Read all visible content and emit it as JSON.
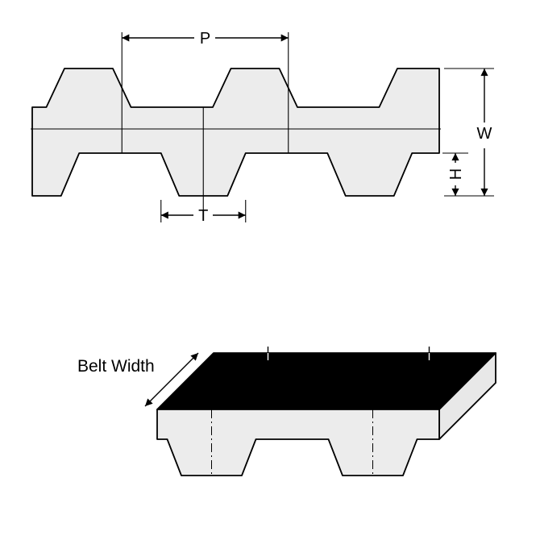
{
  "diagram": {
    "labels": {
      "pitch": "P",
      "width": "W",
      "height": "H",
      "tooth": "T",
      "belt_width": "Belt Width"
    },
    "colors": {
      "outline": "#000000",
      "belt_fill": "#ececec",
      "top_face": "#000000",
      "side_face": "#e8e8e8",
      "background": "#ffffff"
    }
  }
}
